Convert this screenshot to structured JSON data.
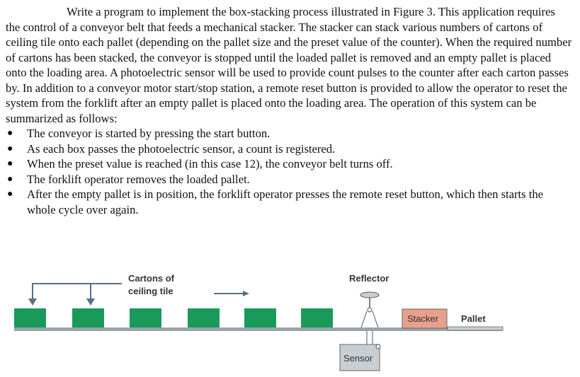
{
  "paragraph": "Write a program to implement the box-stacking process illustrated in Figure 3. This application requires the control of a conveyor belt that feeds a mechanical stacker. The stacker can stack various numbers of cartons of ceiling tile onto each pallet (depending on the pallet size and the preset value of the counter). When the required number of cartons has been stacked, the conveyor is stopped until the loaded pallet is removed and an empty pallet is placed onto the loading area. A photoelectric sensor will be used to provide count pulses to the counter after each carton passes by. In addition to a conveyor motor start/stop station, a remote reset button is provided to allow the operator to reset the system from the forklift after an empty pallet is placed onto the loading area. The operation of this system can be summarized as follows:",
  "bullets": [
    "The conveyor is started by pressing the start button.",
    "As each box passes the photoelectric sensor, a count is registered.",
    "When the preset value is reached (in this case 12), the conveyor belt turns off.",
    "The forklift operator removes the loaded pallet.",
    "After the empty pallet is in position, the forklift operator presses the remote reset button, which then starts the whole cycle over again."
  ],
  "figure": {
    "cartons_label_line1": "Cartons of",
    "cartons_label_line2": "ceiling tile",
    "reflector_label": "Reflector",
    "sensor_label": "Sensor",
    "stacker_label": "Stacker",
    "pallet_label": "Pallet",
    "colors": {
      "carton": "#1a9a5a",
      "belt": "#9aa3a8",
      "stacker": "#e8a08c",
      "pallet": "#c8cdd0",
      "sensor": "#c8ced2"
    }
  }
}
